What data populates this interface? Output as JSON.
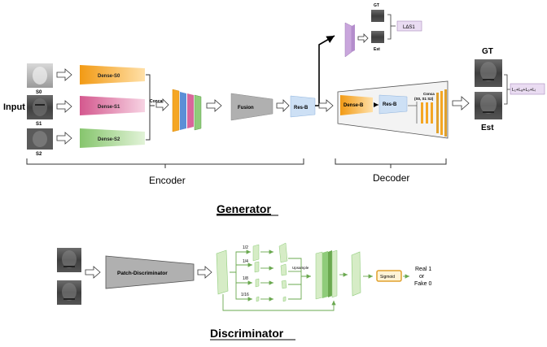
{
  "generator": {
    "input_label": "Input",
    "inputs": [
      "S0",
      "S1",
      "S2"
    ],
    "dense_blocks": [
      "Dense-S0",
      "Dense-S1",
      "Dense-S2"
    ],
    "concat_label": "Concat",
    "fusion_label": "Fusion",
    "resb_label": "Res-B",
    "aux_gt": "GT",
    "aux_est": "Est",
    "aux_loss": "LΔS1",
    "decoder_dense": "Dense-B",
    "decoder_resb": "Res-B",
    "decoder_concat": [
      "Conca",
      "(S0, S1 S2)"
    ],
    "output_gt": "GT",
    "output_est": "Est",
    "output_loss": "L₁+Lₐ+Lₚ+Lᵢ",
    "encoder_label": "Encoder",
    "decoder_label": "Decoder",
    "title": "Generator"
  },
  "discriminator": {
    "patch_label": "Patch-Discriminator",
    "scales": [
      "1/2",
      "1/4",
      "1/8",
      "1/16"
    ],
    "upsample_label": "Upsample",
    "sigmoid_label": "Sigmoid",
    "result_lines": [
      "Real 1",
      "or",
      "Fake 0"
    ],
    "title": "Discriminator"
  },
  "colors": {
    "orange": "#f5a623",
    "pink": "#d9669b",
    "green": "#8fcc7a",
    "purple": "#c9a6dc",
    "blue": "#cde0f5",
    "light_green": "#d6ecc6",
    "gray": "#bdbdbd",
    "sigmoid": "#e0a12d"
  }
}
